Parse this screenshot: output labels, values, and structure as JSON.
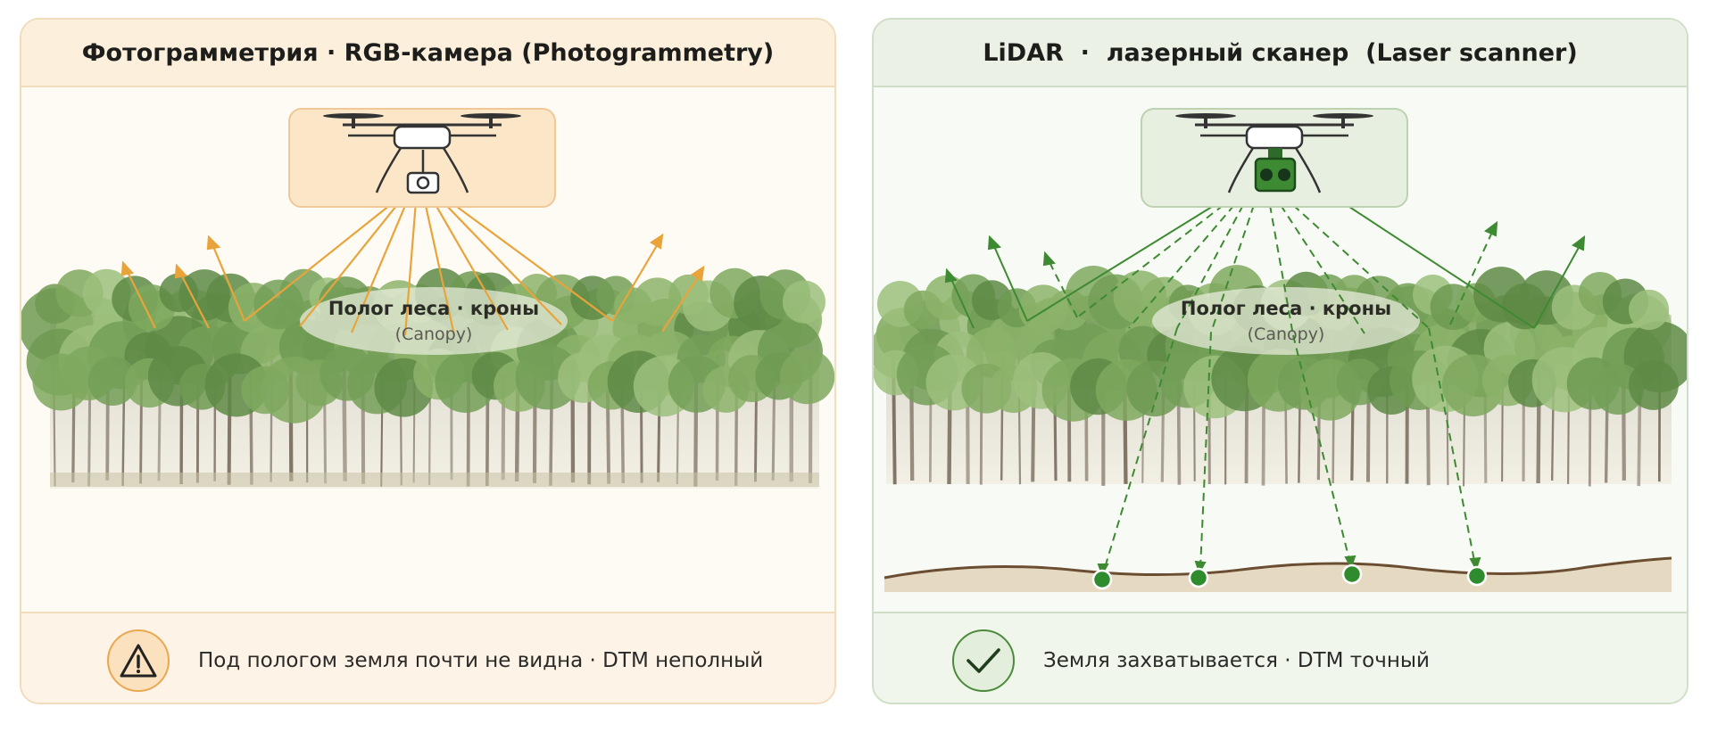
{
  "left_panel": {
    "title": "Фотограмметрия · RGB-камера (Photogrammetry)",
    "canopy_label": "Полог леса · кроны",
    "canopy_sublabel": "(Canopy)",
    "footer_text": "Под пологом земля почти не видна · DTM неполный",
    "status_icon": "warning-icon",
    "sensor_icon": "rgb-camera-icon",
    "accent_color": "#e8a43a"
  },
  "right_panel": {
    "title": "LiDAR  ·  лазерный сканер  (Laser scanner)",
    "canopy_label": "Полог леса · кроны",
    "canopy_sublabel": "(Canopy)",
    "footer_text": "Земля захватывается · DTM точный",
    "status_icon": "checkmark-icon",
    "sensor_icon": "lidar-scanner-icon",
    "accent_color": "#3e8a32"
  }
}
